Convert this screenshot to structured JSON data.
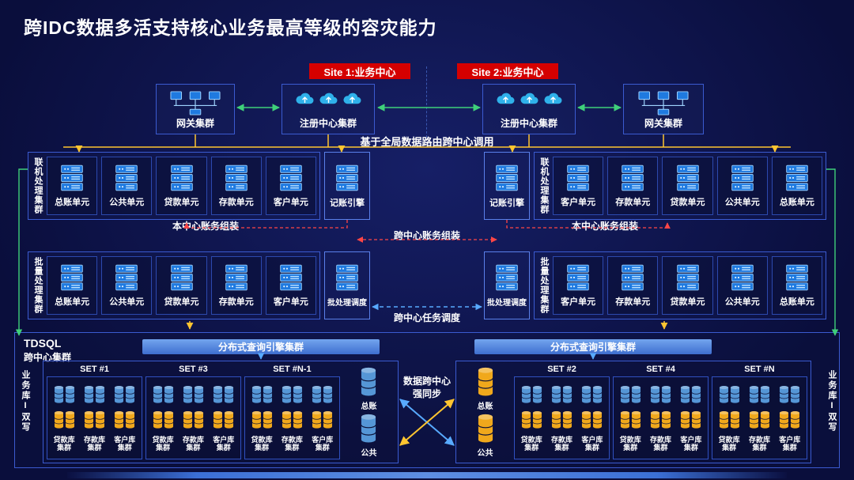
{
  "title": "跨IDC数据多活支持核心业务最高等级的容灾能力",
  "sites": {
    "site1": "Site 1:业务中心",
    "site2": "Site 2:业务中心"
  },
  "top": {
    "gateway_left": "网关集群",
    "registry_left": "注册中心集群",
    "registry_right": "注册中心集群",
    "gateway_right": "网关集群",
    "routing_label": "基于全局数据路由跨中心调用"
  },
  "online": {
    "label": "联机处理集群",
    "left_units": [
      "总账单元",
      "公共单元",
      "贷款单元",
      "存款单元",
      "客户单元"
    ],
    "right_units": [
      "客户单元",
      "存款单元",
      "贷款单元",
      "公共单元",
      "总账单元"
    ],
    "engine": "记账引擎",
    "assembly_local_left": "本中心账务组装",
    "assembly_cross": "跨中心账务组装",
    "assembly_local_right": "本中心账务组装"
  },
  "batch": {
    "label": "批量处理集群",
    "left_units": [
      "总账单元",
      "公共单元",
      "贷款单元",
      "存款单元",
      "客户单元"
    ],
    "right_units": [
      "客户单元",
      "存款单元",
      "贷款单元",
      "公共单元",
      "总账单元"
    ],
    "scheduler": "批处理调度",
    "cross_task": "跨中心任务调度"
  },
  "tdsql": {
    "name": "TDSQL",
    "subtitle": "跨中心集群",
    "query_engine": "分布式查询引擎集群",
    "dual_write": "业务库I双写",
    "sync_line1": "数据跨中心",
    "sync_line2": "强同步",
    "left_set_names": [
      "SET #1",
      "SET #3",
      "SET #N-1"
    ],
    "right_set_names": [
      "SET #2",
      "SET #4",
      "SET #N"
    ],
    "set_group_labels": [
      "贷款库集群",
      "存款库集群",
      "客户库集群"
    ],
    "left_singles": [
      "总账",
      "公共"
    ],
    "right_singles": [
      "总账",
      "公共"
    ]
  },
  "colors": {
    "badge_red": "#d50000",
    "link_green": "#3fd07a",
    "link_yellow": "#ffc530",
    "link_red": "#ff4646",
    "link_blue": "#58aaff",
    "db_blue": "#5596d6",
    "db_yellow": "#f0a81c"
  }
}
